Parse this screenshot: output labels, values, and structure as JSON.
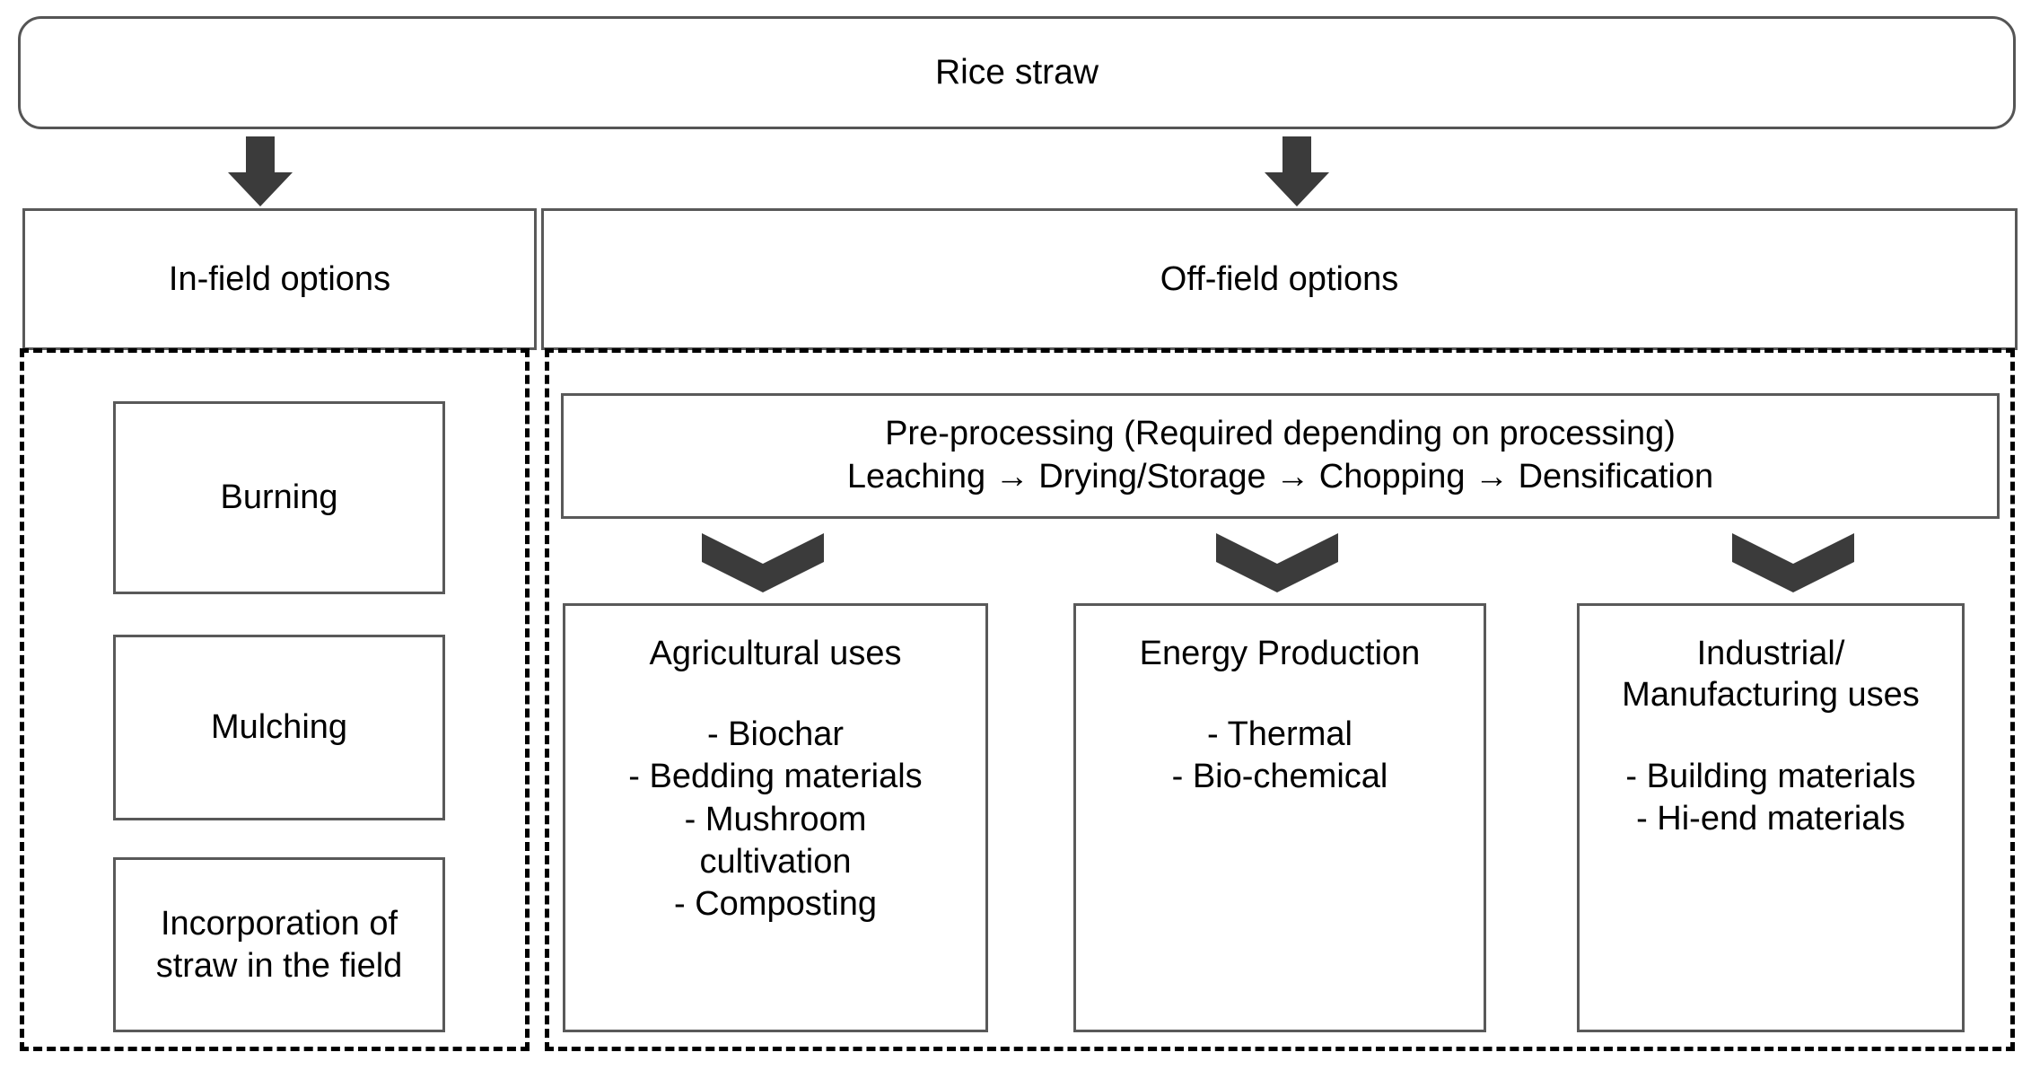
{
  "diagram": {
    "title": "Rice straw",
    "branches": {
      "in_field": {
        "header": "In-field options",
        "options": [
          "Burning",
          "Mulching",
          "Incorporation of\nstraw in the field"
        ]
      },
      "off_field": {
        "header": "Off-field options",
        "preprocessing": {
          "line1": "Pre-processing (Required depending on processing)",
          "line2": "Leaching → Drying/Storage → Chopping → Densification"
        },
        "categories": [
          {
            "title": "Agricultural uses",
            "items": [
              "-  Biochar",
              "-  Bedding materials",
              "-  Mushroom\ncultivation",
              "-  Composting"
            ]
          },
          {
            "title": "Energy Production",
            "items": [
              "-  Thermal",
              "-  Bio-chemical"
            ]
          },
          {
            "title": "Industrial/\nManufacturing uses",
            "items": [
              "-  Building materials",
              "-  Hi-end materials"
            ]
          }
        ]
      }
    },
    "colors": {
      "arrow": "#3b3b3b",
      "box_border": "#595959",
      "dashed_border": "#000000",
      "background": "#ffffff",
      "text": "#000000"
    }
  }
}
